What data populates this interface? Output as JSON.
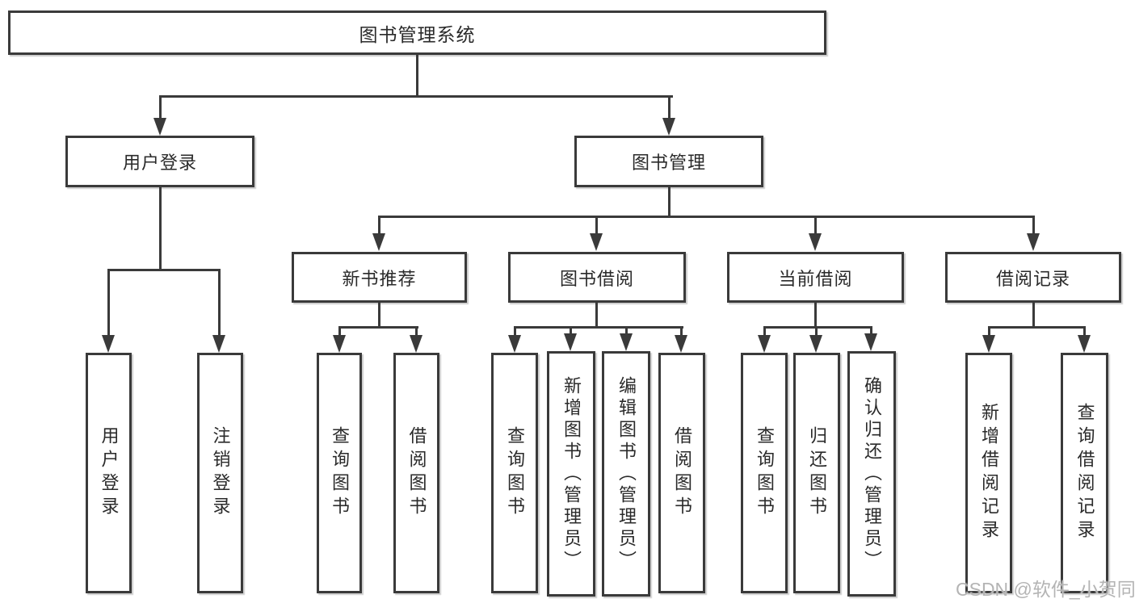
{
  "tree": {
    "root": {
      "label": "图书管理系统",
      "children": [
        {
          "label": "用户登录",
          "children": [
            {
              "label": "用户登录"
            },
            {
              "label": "注销登录"
            }
          ]
        },
        {
          "label": "图书管理",
          "children": [
            {
              "label": "新书推荐",
              "children": [
                {
                  "label": "查询图书"
                },
                {
                  "label": "借阅图书"
                }
              ]
            },
            {
              "label": "图书借阅",
              "children": [
                {
                  "label": "查询图书"
                },
                {
                  "label": "新增图书（管理员）"
                },
                {
                  "label": "编辑图书（管理员）"
                },
                {
                  "label": "借阅图书"
                }
              ]
            },
            {
              "label": "当前借阅",
              "children": [
                {
                  "label": "查询图书"
                },
                {
                  "label": "归还图书"
                },
                {
                  "label": "确认归还（管理员）"
                }
              ]
            },
            {
              "label": "借阅记录",
              "children": [
                {
                  "label": "新增借阅记录"
                },
                {
                  "label": "查询借阅记录"
                }
              ]
            }
          ]
        }
      ]
    }
  },
  "watermark": {
    "text": "CSDN @软件_小贺同学"
  },
  "colors": {
    "line": "#3a3a3a",
    "text": "#2a2a2a",
    "background": "#ffffff",
    "watermark": "#b4b4b4"
  }
}
